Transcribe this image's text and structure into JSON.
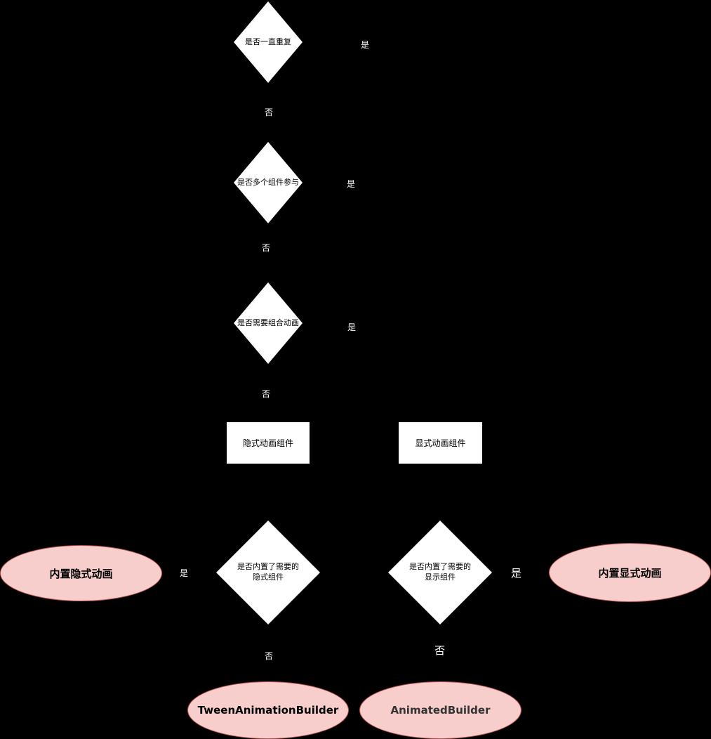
{
  "diamonds": {
    "repeat": "是否一直重复",
    "multi": "是否多个组件参与",
    "combine": "是否需要组合动画",
    "implicit_builtin": "是否内置了需要的\n隐式组件",
    "explicit_builtin": "是否内置了需要的\n显示组件"
  },
  "boxes": {
    "implicit": "隐式动画组件",
    "explicit": "显式动画组件"
  },
  "ellipses": {
    "builtin_implicit": "内置隐式动画",
    "builtin_explicit": "内置显式动画",
    "tween": "TweenAnimationBuilder",
    "animated": "AnimatedBuilder"
  },
  "labels": {
    "yes": "是",
    "no": "否"
  },
  "colors": {
    "background": "#000000",
    "shape_fill": "#ffffff",
    "ellipse_fill": "#f8cecc",
    "ellipse_stroke": "#b85450"
  }
}
